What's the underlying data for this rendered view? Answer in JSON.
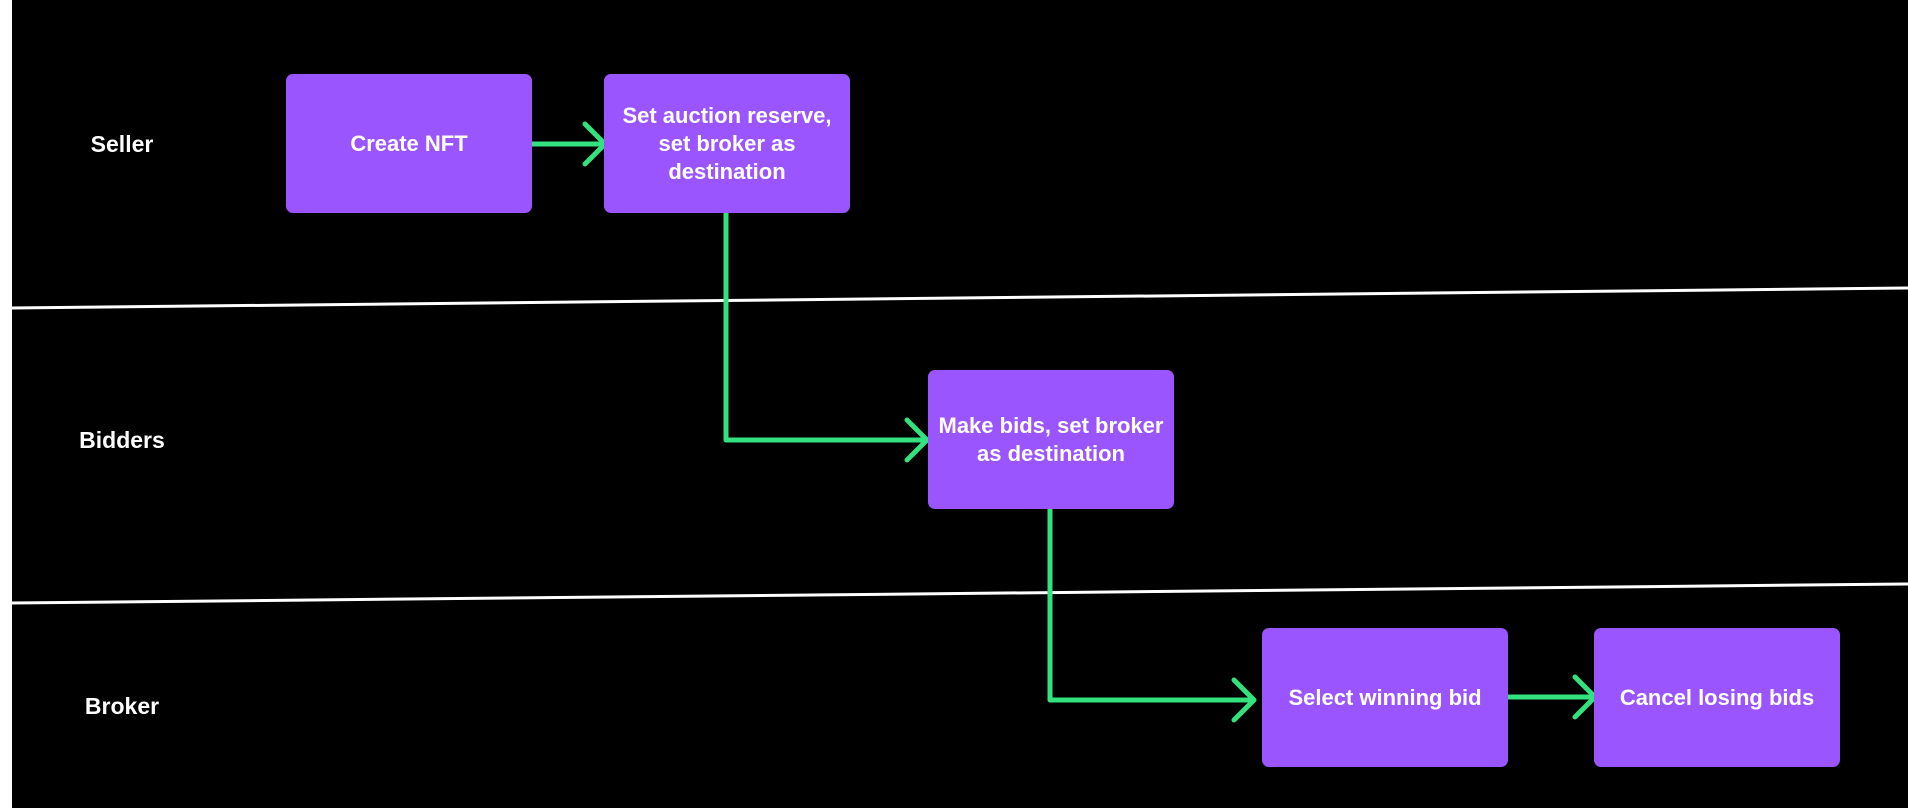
{
  "colors": {
    "background": "#000000",
    "node_fill": "#9b55ff",
    "node_text": "#ffffff",
    "connector": "#33e27f",
    "divider": "#ffffff"
  },
  "lanes": [
    {
      "label": "Seller"
    },
    {
      "label": "Bidders"
    },
    {
      "label": "Broker"
    }
  ],
  "nodes": {
    "create_nft": "Create NFT",
    "set_reserve": "Set auction reserve, set broker as destination",
    "make_bids": "Make bids, set broker as destination",
    "select_winner": "Select winning bid",
    "cancel_losing": "Cancel losing bids"
  },
  "edges": [
    {
      "from": "create_nft",
      "to": "set_reserve"
    },
    {
      "from": "set_reserve",
      "to": "make_bids"
    },
    {
      "from": "make_bids",
      "to": "select_winner"
    },
    {
      "from": "select_winner",
      "to": "cancel_losing"
    }
  ]
}
